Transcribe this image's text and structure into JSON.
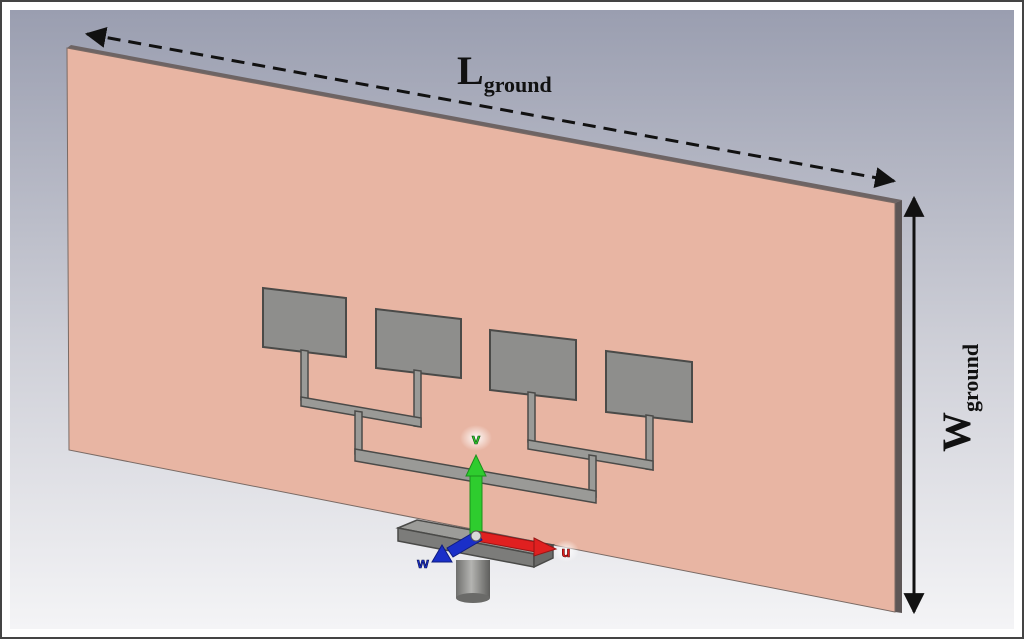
{
  "labels": {
    "length_main": "L",
    "length_sub": "ground",
    "width_main": "W",
    "width_sub": "ground"
  },
  "axes": {
    "v": "v",
    "u": "u",
    "w": "w"
  },
  "colors": {
    "background_top": "#9a9eb0",
    "background_bottom": "#f2f2f4",
    "ground_plane": "#e8b5a3",
    "ground_edge": "#6d6464",
    "patch": "#8e8e8c",
    "patch_edge": "#4a4a48",
    "feed": "#9a9a97",
    "axis_v": "#2ecc2e",
    "axis_u": "#e02020",
    "axis_w": "#1a2fc8",
    "dimension_arrow": "#111111"
  },
  "icons": {
    "axis_triad": "uvw-coordinate-triad-icon"
  }
}
